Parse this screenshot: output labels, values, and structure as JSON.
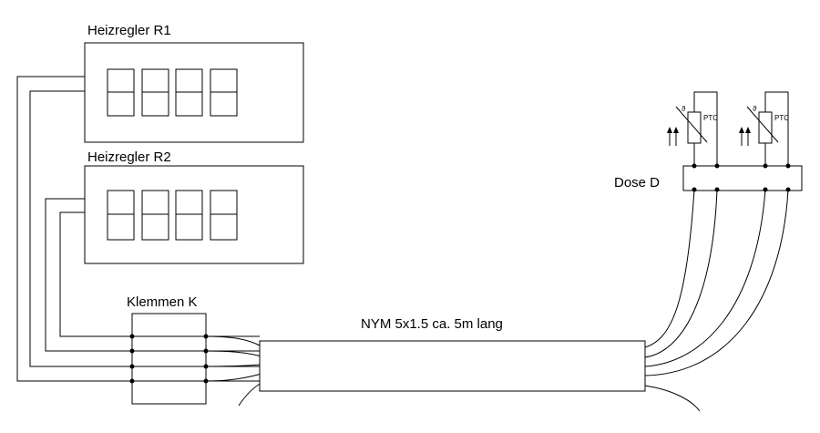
{
  "diagram": {
    "controller_r1": {
      "title": "Heizregler R1",
      "digit_count": 4
    },
    "controller_r2": {
      "title": "Heizregler R2",
      "digit_count": 4
    },
    "terminals": {
      "title": "Klemmen K"
    },
    "cable": {
      "label": "NYM 5x1.5 ca. 5m lang"
    },
    "junction_box": {
      "title": "Dose D"
    },
    "sensors": [
      {
        "label": "PTC",
        "symbol": "ϑ"
      },
      {
        "label": "PTC",
        "symbol": "ϑ"
      }
    ]
  }
}
